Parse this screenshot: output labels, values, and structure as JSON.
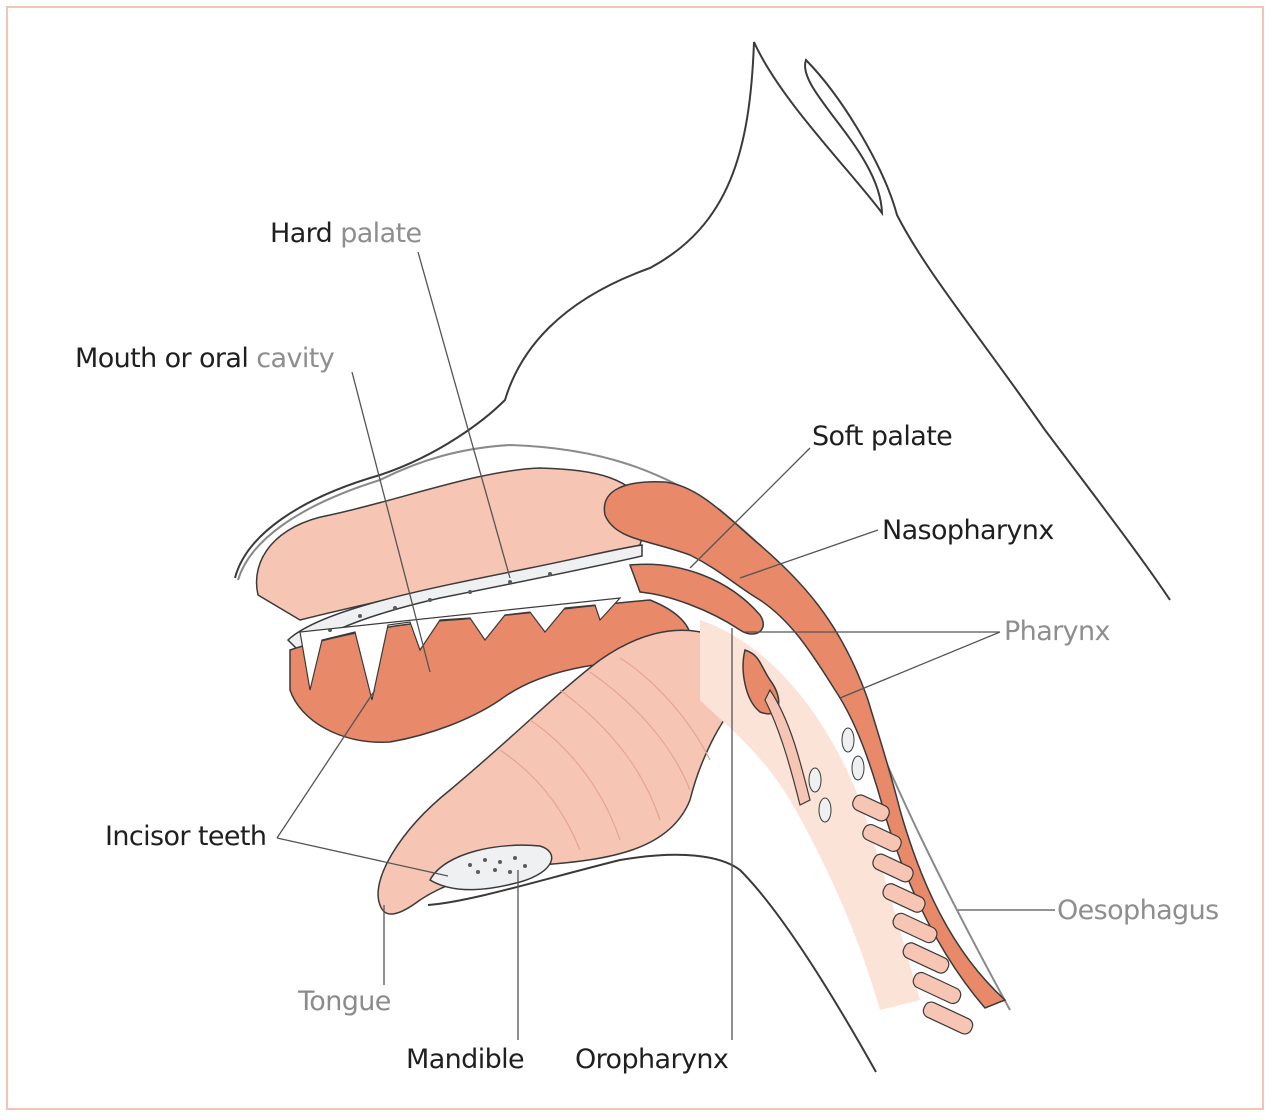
{
  "labels": {
    "hard_palate": {
      "part1": "Hard",
      "part2": "palate"
    },
    "mouth": {
      "part1": "Mouth or oral",
      "part2": "cavity"
    },
    "soft_palate": "Soft palate",
    "nasopharynx": "Nasopharynx",
    "pharynx": "Pharynx",
    "incisor_teeth": "Incisor teeth",
    "oesophagus": "Oesophagus",
    "tongue": "Tongue",
    "mandible": "Mandible",
    "oropharynx": "Oropharynx"
  },
  "colors": {
    "tissue_dark": "#e8896a",
    "tissue_light": "#f6c5b3",
    "tissue_pale": "#fbe3d8",
    "outline": "#3a3a3a",
    "bone": "#eef0f2",
    "frame": "#f3c4b3"
  }
}
